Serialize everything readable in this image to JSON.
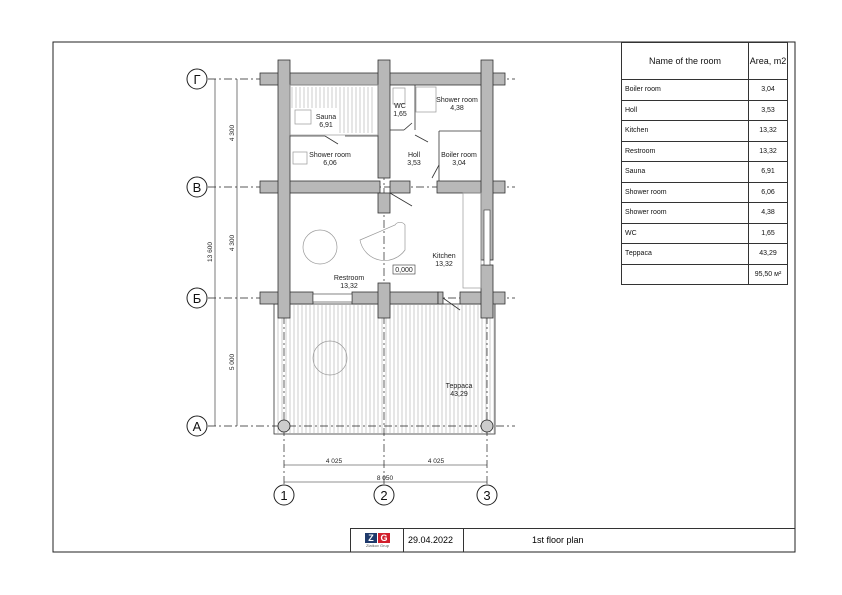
{
  "sheet": {
    "title": "1st floor plan",
    "date": "29.04.2022",
    "logo": {
      "mark": "ZG",
      "subtitle": "Zlatkov Grup",
      "colors": [
        "#1f3a6b",
        "#d21f2c"
      ]
    }
  },
  "table": {
    "headers": {
      "name": "Name of the room",
      "area": "Area, m2"
    },
    "rows": [
      {
        "name": "Boiler room",
        "area": "3,04"
      },
      {
        "name": "Holl",
        "area": "3,53"
      },
      {
        "name": "Kitchen",
        "area": "13,32"
      },
      {
        "name": "Restroom",
        "area": "13,32"
      },
      {
        "name": "Sauna",
        "area": "6,91"
      },
      {
        "name": "Shower room",
        "area": "6,06"
      },
      {
        "name": "Shower room",
        "area": "4,38"
      },
      {
        "name": "WC",
        "area": "1,65"
      },
      {
        "name": "Террасa",
        "area": "43,29"
      }
    ],
    "total": "95,50 м²"
  },
  "plan": {
    "rooms": {
      "sauna": {
        "name": "Sauna",
        "area": "6,91"
      },
      "wc": {
        "name": "WC",
        "area": "1,65"
      },
      "shower2": {
        "name": "Shower room",
        "area": "4,38"
      },
      "shower1": {
        "name": "Shower room",
        "area": "6,06"
      },
      "holl": {
        "name": "Holl",
        "area": "3,53"
      },
      "boiler": {
        "name": "Boiler room",
        "area": "3,04"
      },
      "kitchen": {
        "name": "Kitchen",
        "area": "13,32"
      },
      "restroom": {
        "name": "Restroom",
        "area": "13,32"
      },
      "terrace": {
        "name": "Террасa",
        "area": "43,29"
      }
    },
    "level_mark": "0,000",
    "axes_rows": [
      "Г",
      "В",
      "Б",
      "А"
    ],
    "axes_cols": [
      "1",
      "2",
      "3"
    ],
    "dims": {
      "overall_v": "13 600",
      "v1": "4 300",
      "v2": "4 300",
      "v3": "5 000",
      "h1": "4 025",
      "h2": "4 025",
      "overall_h": "8 050"
    }
  }
}
